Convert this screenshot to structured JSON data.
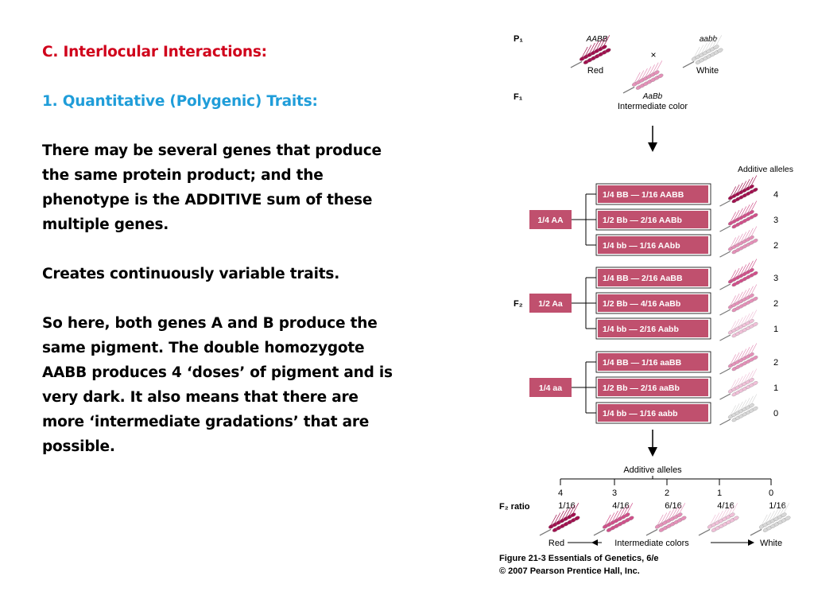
{
  "text": {
    "heading": "C. Interlocular Interactions:",
    "subheading": "1. Quantitative (Polygenic) Traits:",
    "para1": "There may be several genes that produce the same protein product; and the phenotype is the ADDITIVE sum of these multiple genes.",
    "para2": "Creates continuously variable traits.",
    "para3": "So here, both genes A and B produce the same pigment.  The double homozygote AABB produces 4 ‘doses’ of pigment and is very dark.  It also means that there are more ‘intermediate gradations’ that are possible."
  },
  "figure": {
    "p1_label": "P₁",
    "f1_label": "F₁",
    "f2_label": "F₂",
    "cross_symbol": "×",
    "parent_left_genotype": "AABB",
    "parent_left_phenotype": "Red",
    "parent_right_genotype": "aabb",
    "parent_right_phenotype": "White",
    "f1_genotype": "AaBb",
    "f1_phenotype": "Intermediate color",
    "additive_alleles_header": "Additive alleles",
    "groups": [
      {
        "label": "1/4 AA",
        "rows": [
          {
            "text": "1/4 BB  —  1/16 AABB",
            "alleles": "4"
          },
          {
            "text": "1/2 Bb  —  2/16 AABb",
            "alleles": "3"
          },
          {
            "text": "1/4 bb  —  1/16 AAbb",
            "alleles": "2"
          }
        ]
      },
      {
        "label": "1/2 Aa",
        "rows": [
          {
            "text": "1/4 BB  —  2/16 AaBB",
            "alleles": "3"
          },
          {
            "text": "1/2 Bb  —  4/16 AaBb",
            "alleles": "2"
          },
          {
            "text": "1/4 bb  —  2/16 Aabb",
            "alleles": "1"
          }
        ]
      },
      {
        "label": "1/4 aa",
        "rows": [
          {
            "text": "1/4 BB  —  1/16 aaBB",
            "alleles": "2"
          },
          {
            "text": "1/2 Bb  —  2/16 aaBb",
            "alleles": "1"
          },
          {
            "text": "1/4 bb  —  1/16 aabb",
            "alleles": "0"
          }
        ]
      }
    ],
    "ratio_header": "Additive alleles",
    "ratio_label": "F₂ ratio",
    "ratio_alleles": [
      "4",
      "3",
      "2",
      "1",
      "0"
    ],
    "ratio_values": [
      "1/16",
      "4/16",
      "6/16",
      "4/16",
      "1/16"
    ],
    "spectrum_left": "Red",
    "spectrum_middle": "Intermediate colors",
    "spectrum_right": "White",
    "caption_line1": "Figure 21-3  Essentials of Genetics, 6/e",
    "caption_line2": "© 2007 Pearson Prentice Hall, Inc.",
    "colors": {
      "box_fill": "#c0506e",
      "box_text": "#ffffff",
      "wheat_4": "#a0104e",
      "wheat_3": "#d0508a",
      "wheat_2": "#e490b8",
      "wheat_1": "#f0c0d8",
      "wheat_0": "#d8d8d8"
    }
  }
}
